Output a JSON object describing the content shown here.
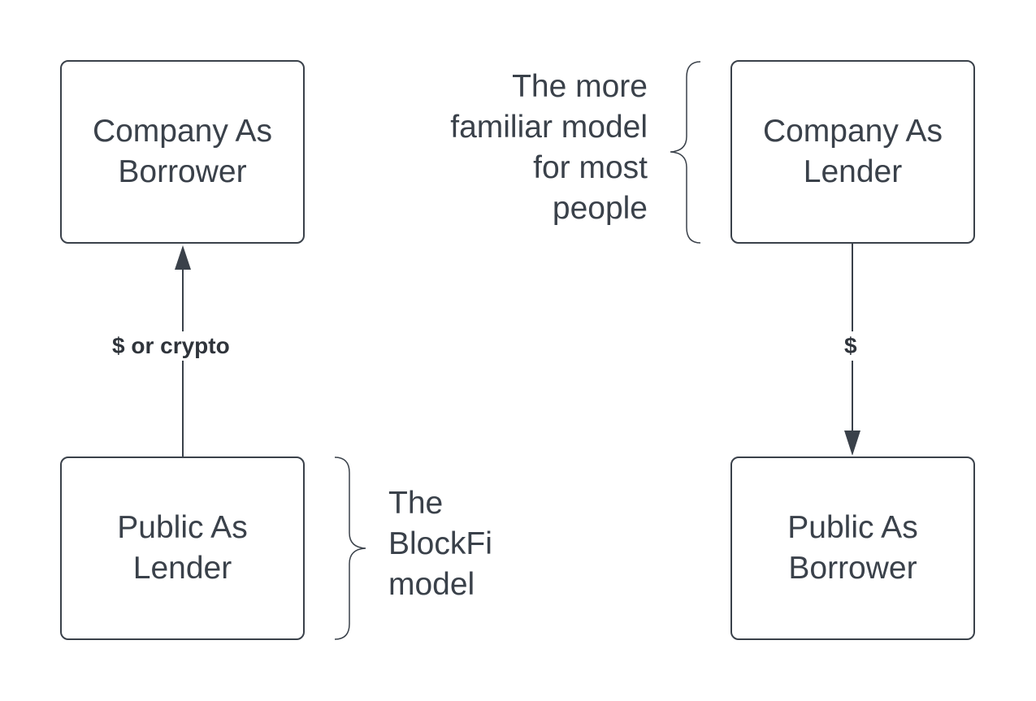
{
  "nodes": {
    "company_borrower": "Company As\nBorrower",
    "public_lender": "Public As\nLender",
    "company_lender": "Company As\nLender",
    "public_borrower": "Public As\nBorrower"
  },
  "edges": {
    "left_label": "$ or crypto",
    "right_label": "$"
  },
  "notes": {
    "familiar_model": "The more\nfamiliar model\nfor most\npeople",
    "blockfi_model": "The\nBlockFi\nmodel"
  },
  "colors": {
    "stroke": "#3a414a",
    "text": "#3a414a",
    "background": "#ffffff"
  }
}
